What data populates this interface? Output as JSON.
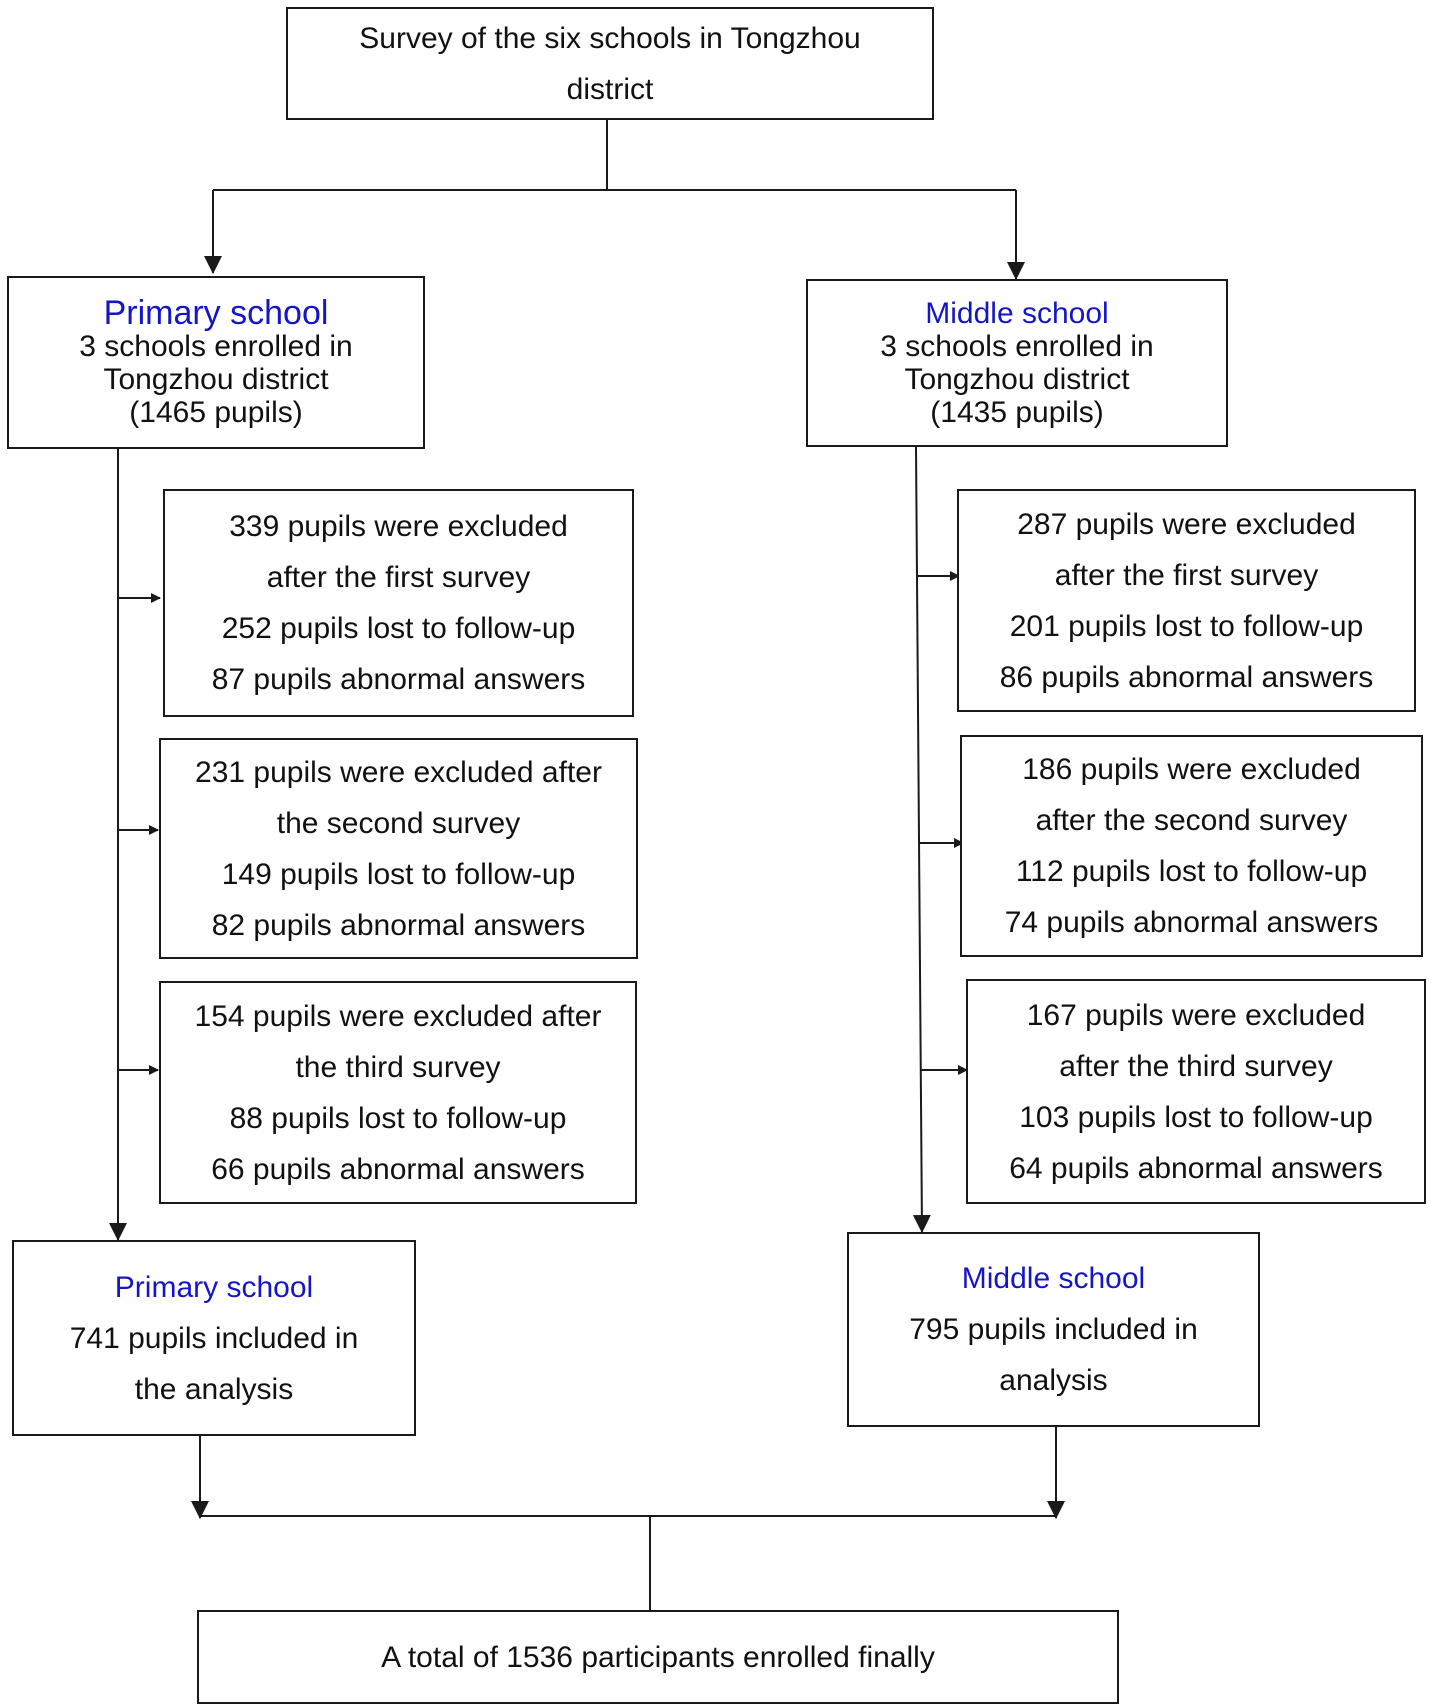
{
  "title_box": {
    "lines": [
      "Survey of the six schools in Tongzhou",
      "district"
    ]
  },
  "primary": {
    "enrolled": {
      "heading": "Primary school",
      "lines": [
        "3 schools enrolled in",
        "Tongzhou district",
        "(1465 pupils)"
      ]
    },
    "exclusions": [
      {
        "lines": [
          "339 pupils were excluded",
          "after the first survey",
          "252 pupils lost to follow-up",
          "87 pupils abnormal answers"
        ]
      },
      {
        "lines": [
          "231 pupils were excluded after",
          "the second survey",
          "149 pupils lost to follow-up",
          "82 pupils abnormal answers"
        ]
      },
      {
        "lines": [
          "154 pupils were excluded after",
          "the third survey",
          "88 pupils lost to follow-up",
          "66 pupils abnormal answers"
        ]
      }
    ],
    "final": {
      "heading": "Primary school",
      "lines": [
        "741 pupils included in",
        "the analysis"
      ]
    }
  },
  "middle": {
    "enrolled": {
      "heading": "Middle school",
      "lines": [
        "3 schools enrolled in",
        "Tongzhou district",
        "(1435 pupils)"
      ]
    },
    "exclusions": [
      {
        "lines": [
          "287 pupils were excluded",
          "after the first survey",
          "201 pupils lost to follow-up",
          "86 pupils abnormal answers"
        ]
      },
      {
        "lines": [
          "186 pupils were excluded",
          "after the second survey",
          "112 pupils lost to follow-up",
          "74 pupils abnormal answers"
        ]
      },
      {
        "lines": [
          "167 pupils were excluded",
          "after the third survey",
          "103 pupils lost to follow-up",
          "64 pupils abnormal answers"
        ]
      }
    ],
    "final": {
      "heading": "Middle school",
      "lines": [
        "795 pupils included in",
        "analysis"
      ]
    }
  },
  "total_box": {
    "lines": [
      "A total of 1536 participants enrolled finally"
    ]
  },
  "colors": {
    "heading": "#1515c8",
    "text": "#111111",
    "border": "#1a1a1a"
  }
}
